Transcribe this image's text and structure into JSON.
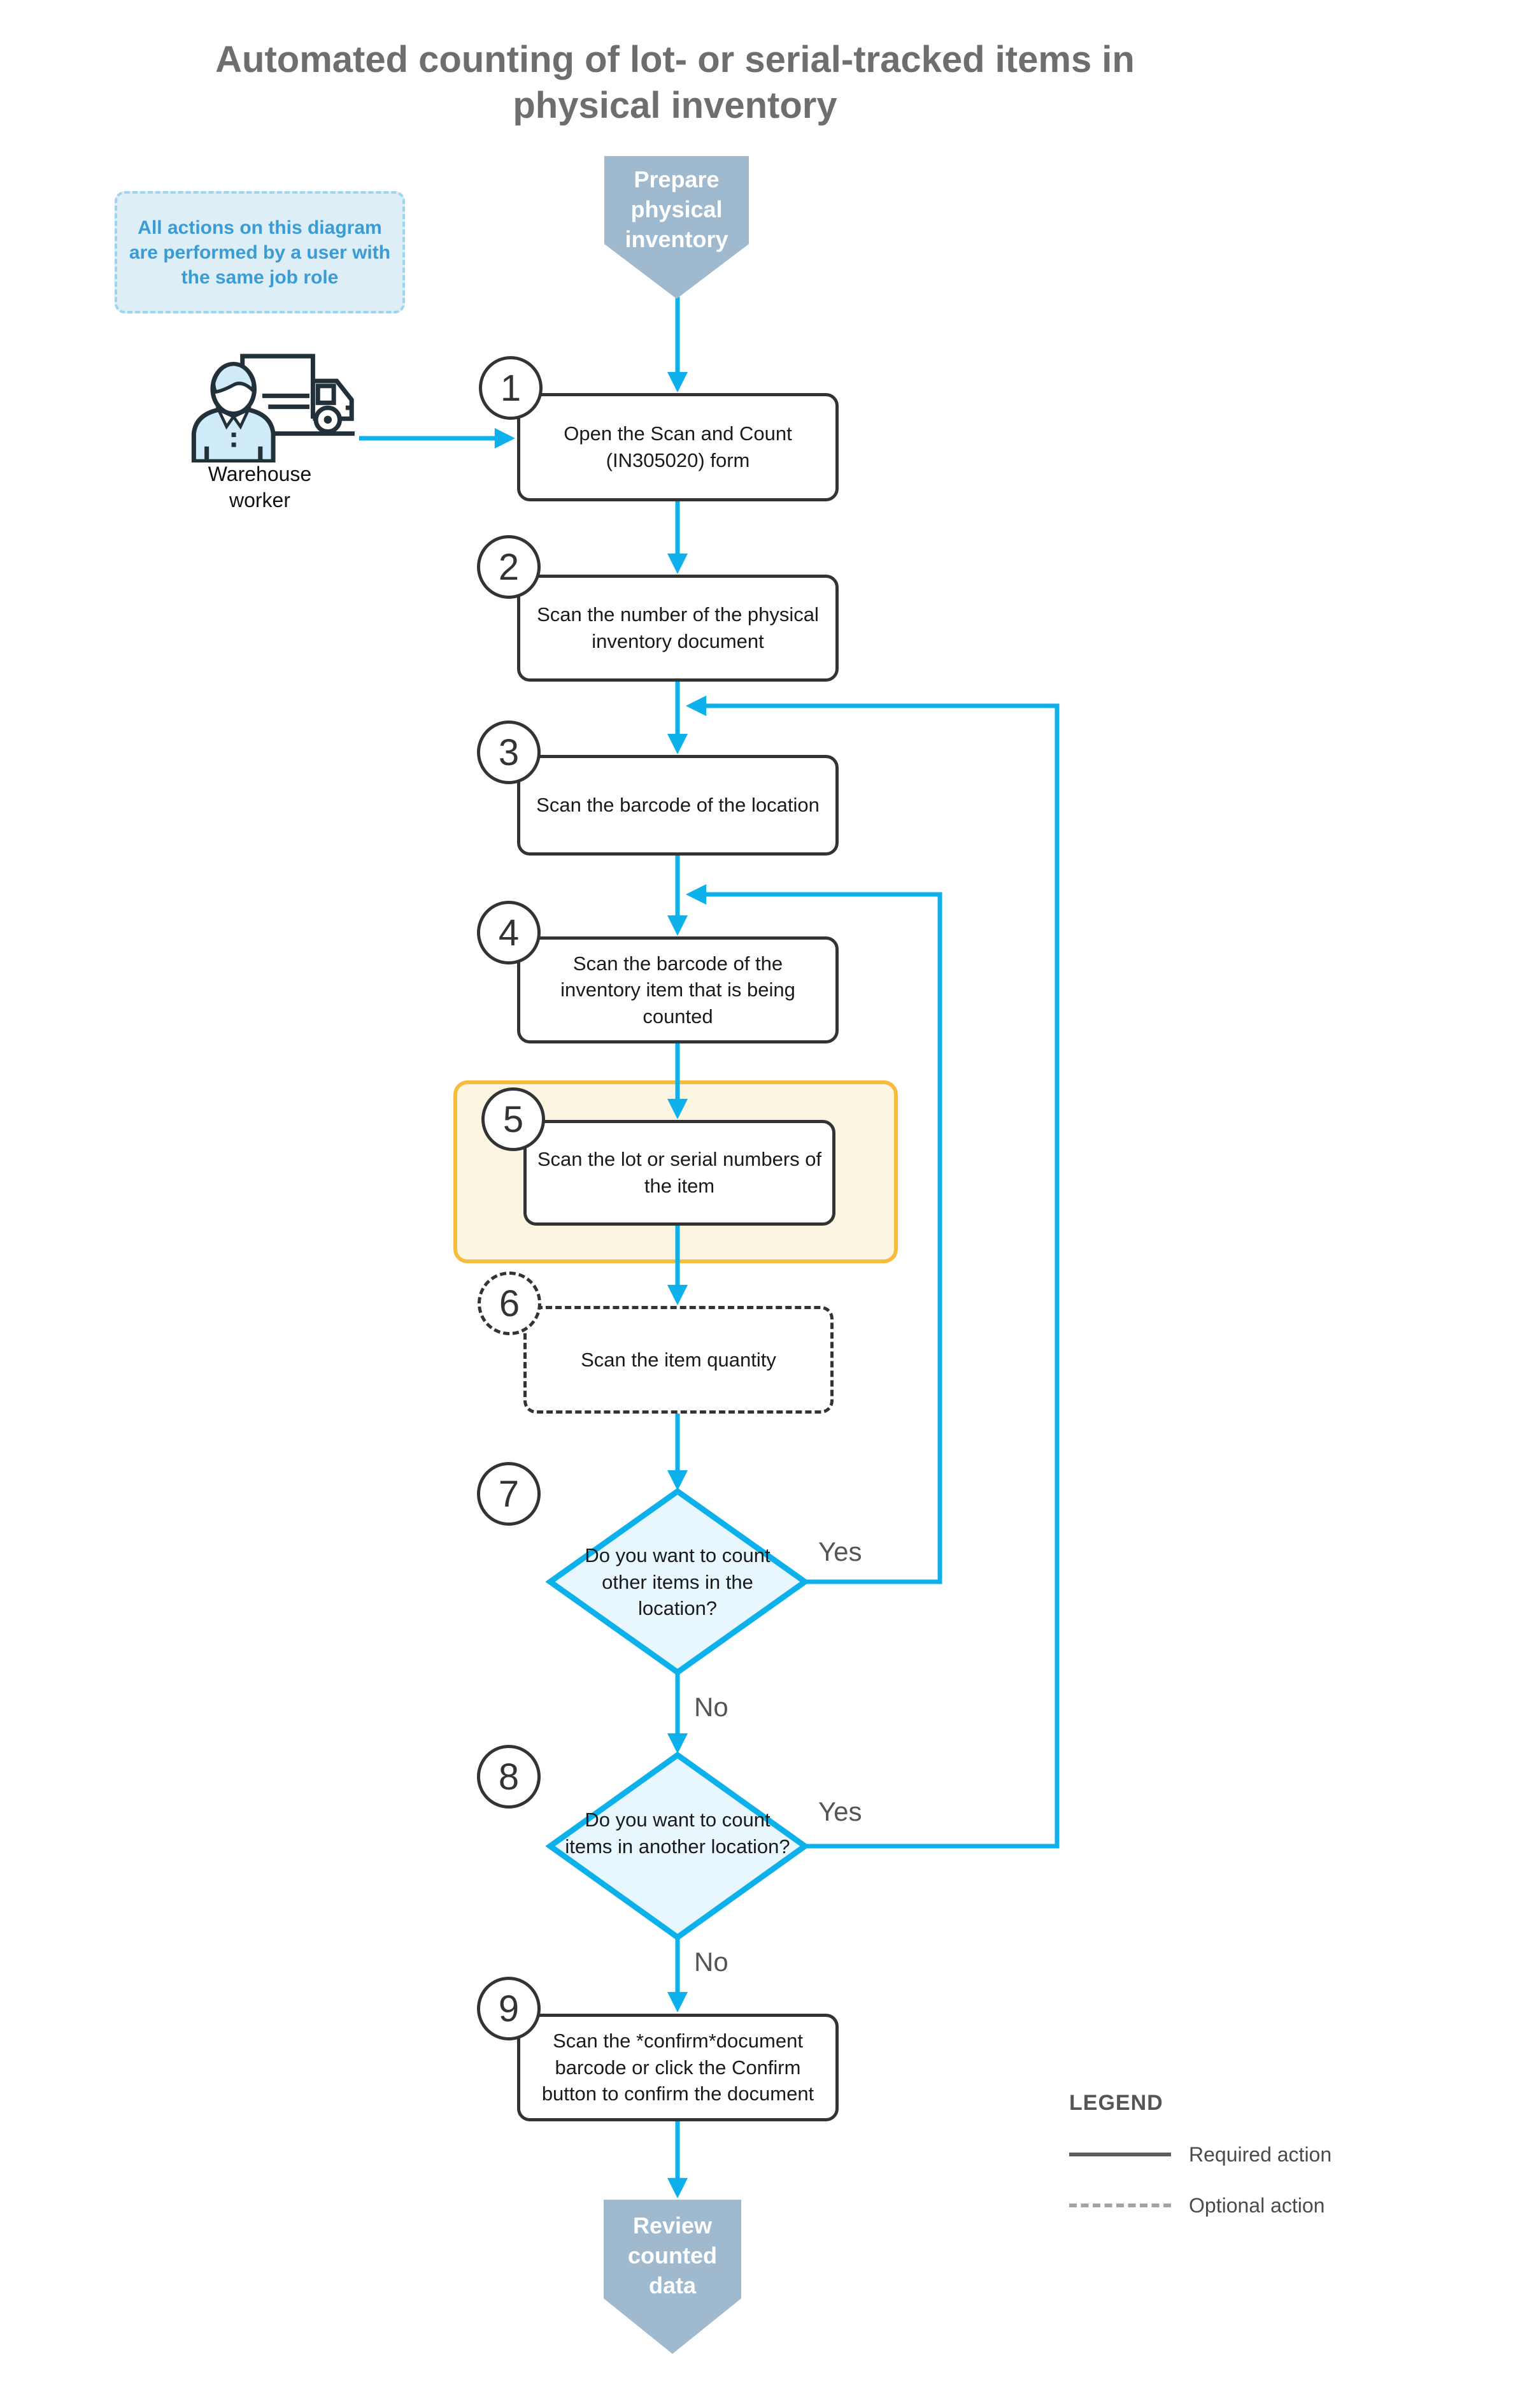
{
  "title": "Automated counting of lot- or serial-tracked items in physical inventory",
  "note": {
    "text": "All actions on this diagram are performed by a user with the same job role"
  },
  "actor": {
    "label": "Warehouse worker"
  },
  "terminals": {
    "start": "Prepare physical inventory",
    "end": "Review counted data"
  },
  "steps": [
    {
      "num": "1",
      "label": "Open the Scan and Count (IN305020) form",
      "type": "required"
    },
    {
      "num": "2",
      "label": "Scan the number of the physical inventory document",
      "type": "required"
    },
    {
      "num": "3",
      "label": "Scan the barcode of the location",
      "type": "required"
    },
    {
      "num": "4",
      "label": "Scan the barcode of the inventory item that is being counted",
      "type": "required"
    },
    {
      "num": "5",
      "label": "Scan the lot or serial numbers of the item",
      "type": "required",
      "highlighted": true
    },
    {
      "num": "6",
      "label": "Scan the item quantity",
      "type": "optional"
    },
    {
      "num": "7",
      "label": "Do you want to count other items in the location?",
      "type": "decision"
    },
    {
      "num": "8",
      "label": "Do you want to count items in another location?",
      "type": "decision"
    },
    {
      "num": "9",
      "label": "Scan the *confirm*document barcode or click the Confirm button to confirm the document",
      "type": "required"
    }
  ],
  "branch_labels": {
    "yes": "Yes",
    "no": "No"
  },
  "legend": {
    "title": "LEGEND",
    "required": "Required action",
    "optional": "Optional action"
  },
  "colors": {
    "flow_arrow": "#0cb0ea",
    "shape_border": "#333333",
    "decision_fill": "#e8f7fd",
    "terminal_fill": "#9fbacf",
    "highlight_fill": "#fcf5e1",
    "highlight_border": "#f8bc3d",
    "note_fill": "#ddeef7",
    "note_border": "#9fd3ee",
    "note_text": "#3a9bd5",
    "title_text": "#6e6e6e"
  }
}
